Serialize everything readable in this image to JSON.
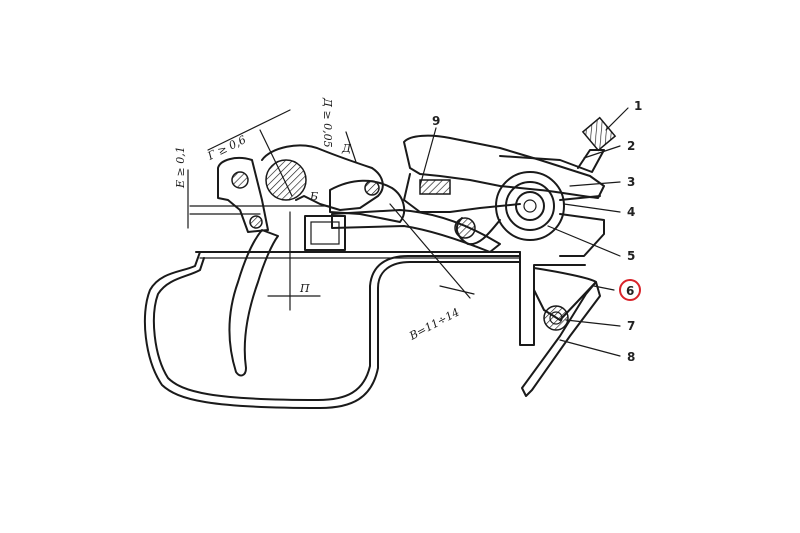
{
  "callouts": [
    {
      "id": "1",
      "label": "1"
    },
    {
      "id": "2",
      "label": "2"
    },
    {
      "id": "3",
      "label": "3"
    },
    {
      "id": "4",
      "label": "4"
    },
    {
      "id": "5",
      "label": "5"
    },
    {
      "id": "6",
      "label": "6",
      "highlighted": true
    },
    {
      "id": "7",
      "label": "7"
    },
    {
      "id": "8",
      "label": "8"
    },
    {
      "id": "9",
      "label": "9"
    }
  ],
  "dimensions": {
    "gap_g": "Г ≥ 0,6",
    "gap_e": "Е ≥ 0,1",
    "gap_d": "Д ≥ 0,05",
    "d_delta": "Д",
    "range_b": "В=11÷14",
    "p_label": "П",
    "b_small": "Б"
  },
  "colors": {
    "ink": "#1a1a1a",
    "highlight": "#d8232a"
  }
}
